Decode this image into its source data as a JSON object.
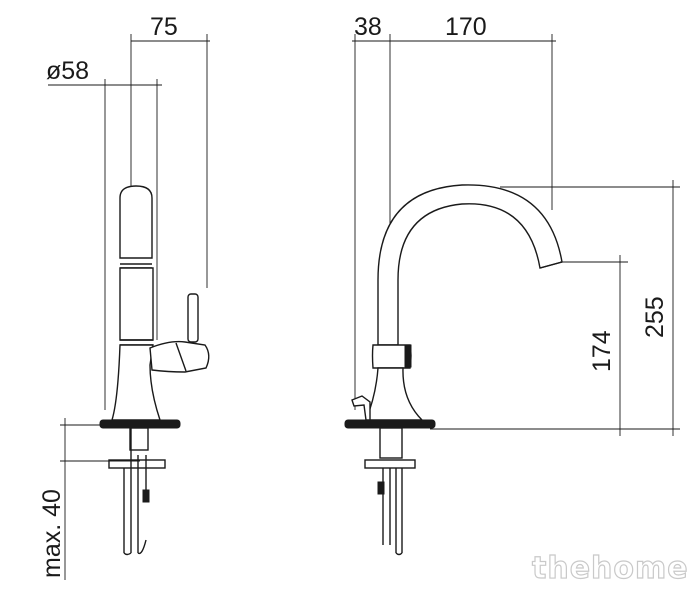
{
  "drawing": {
    "front_view": {
      "dim_top": "75",
      "dim_diameter": "ø58",
      "dim_max": "max. 40"
    },
    "side_view": {
      "dim_offset": "38",
      "dim_reach": "170",
      "dim_height_outlet": "174",
      "dim_height_total": "255"
    },
    "watermark": "thehome"
  }
}
